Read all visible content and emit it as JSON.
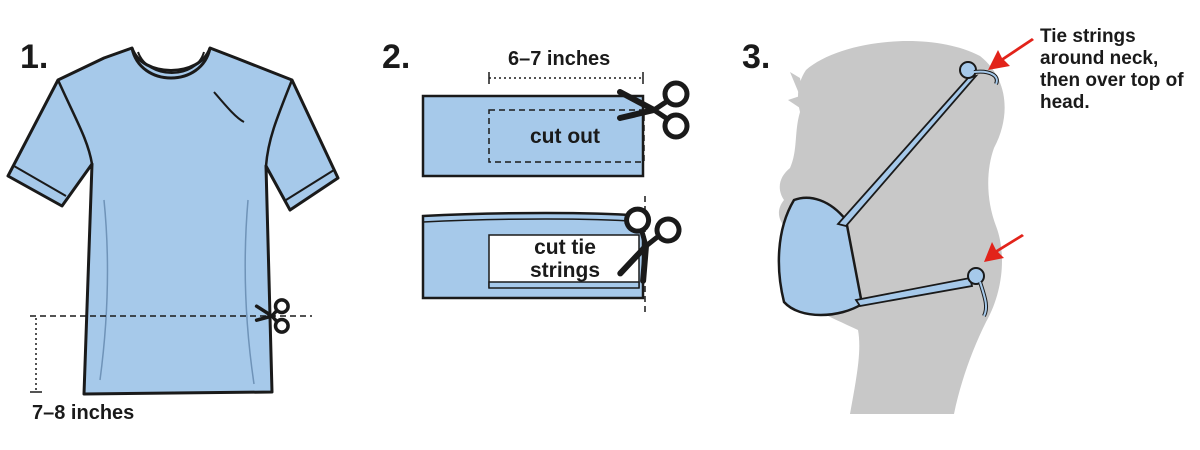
{
  "steps": {
    "one": "1.",
    "two": "2.",
    "three": "3."
  },
  "labels": {
    "shirt_cut_length": "7–8 inches",
    "strip_length": "6–7 inches",
    "cut_out": "cut out",
    "cut_tie_line1": "cut tie",
    "cut_tie_line2": "strings",
    "tie_note": "Tie strings around neck, then over top of head."
  },
  "colors": {
    "fabric": "#a6c9ea",
    "outline": "#1a1a1a",
    "silhouette": "#c8c8c8",
    "arrow": "#e2231a"
  },
  "icons": [
    "scissors-icon",
    "arrow-icon"
  ]
}
